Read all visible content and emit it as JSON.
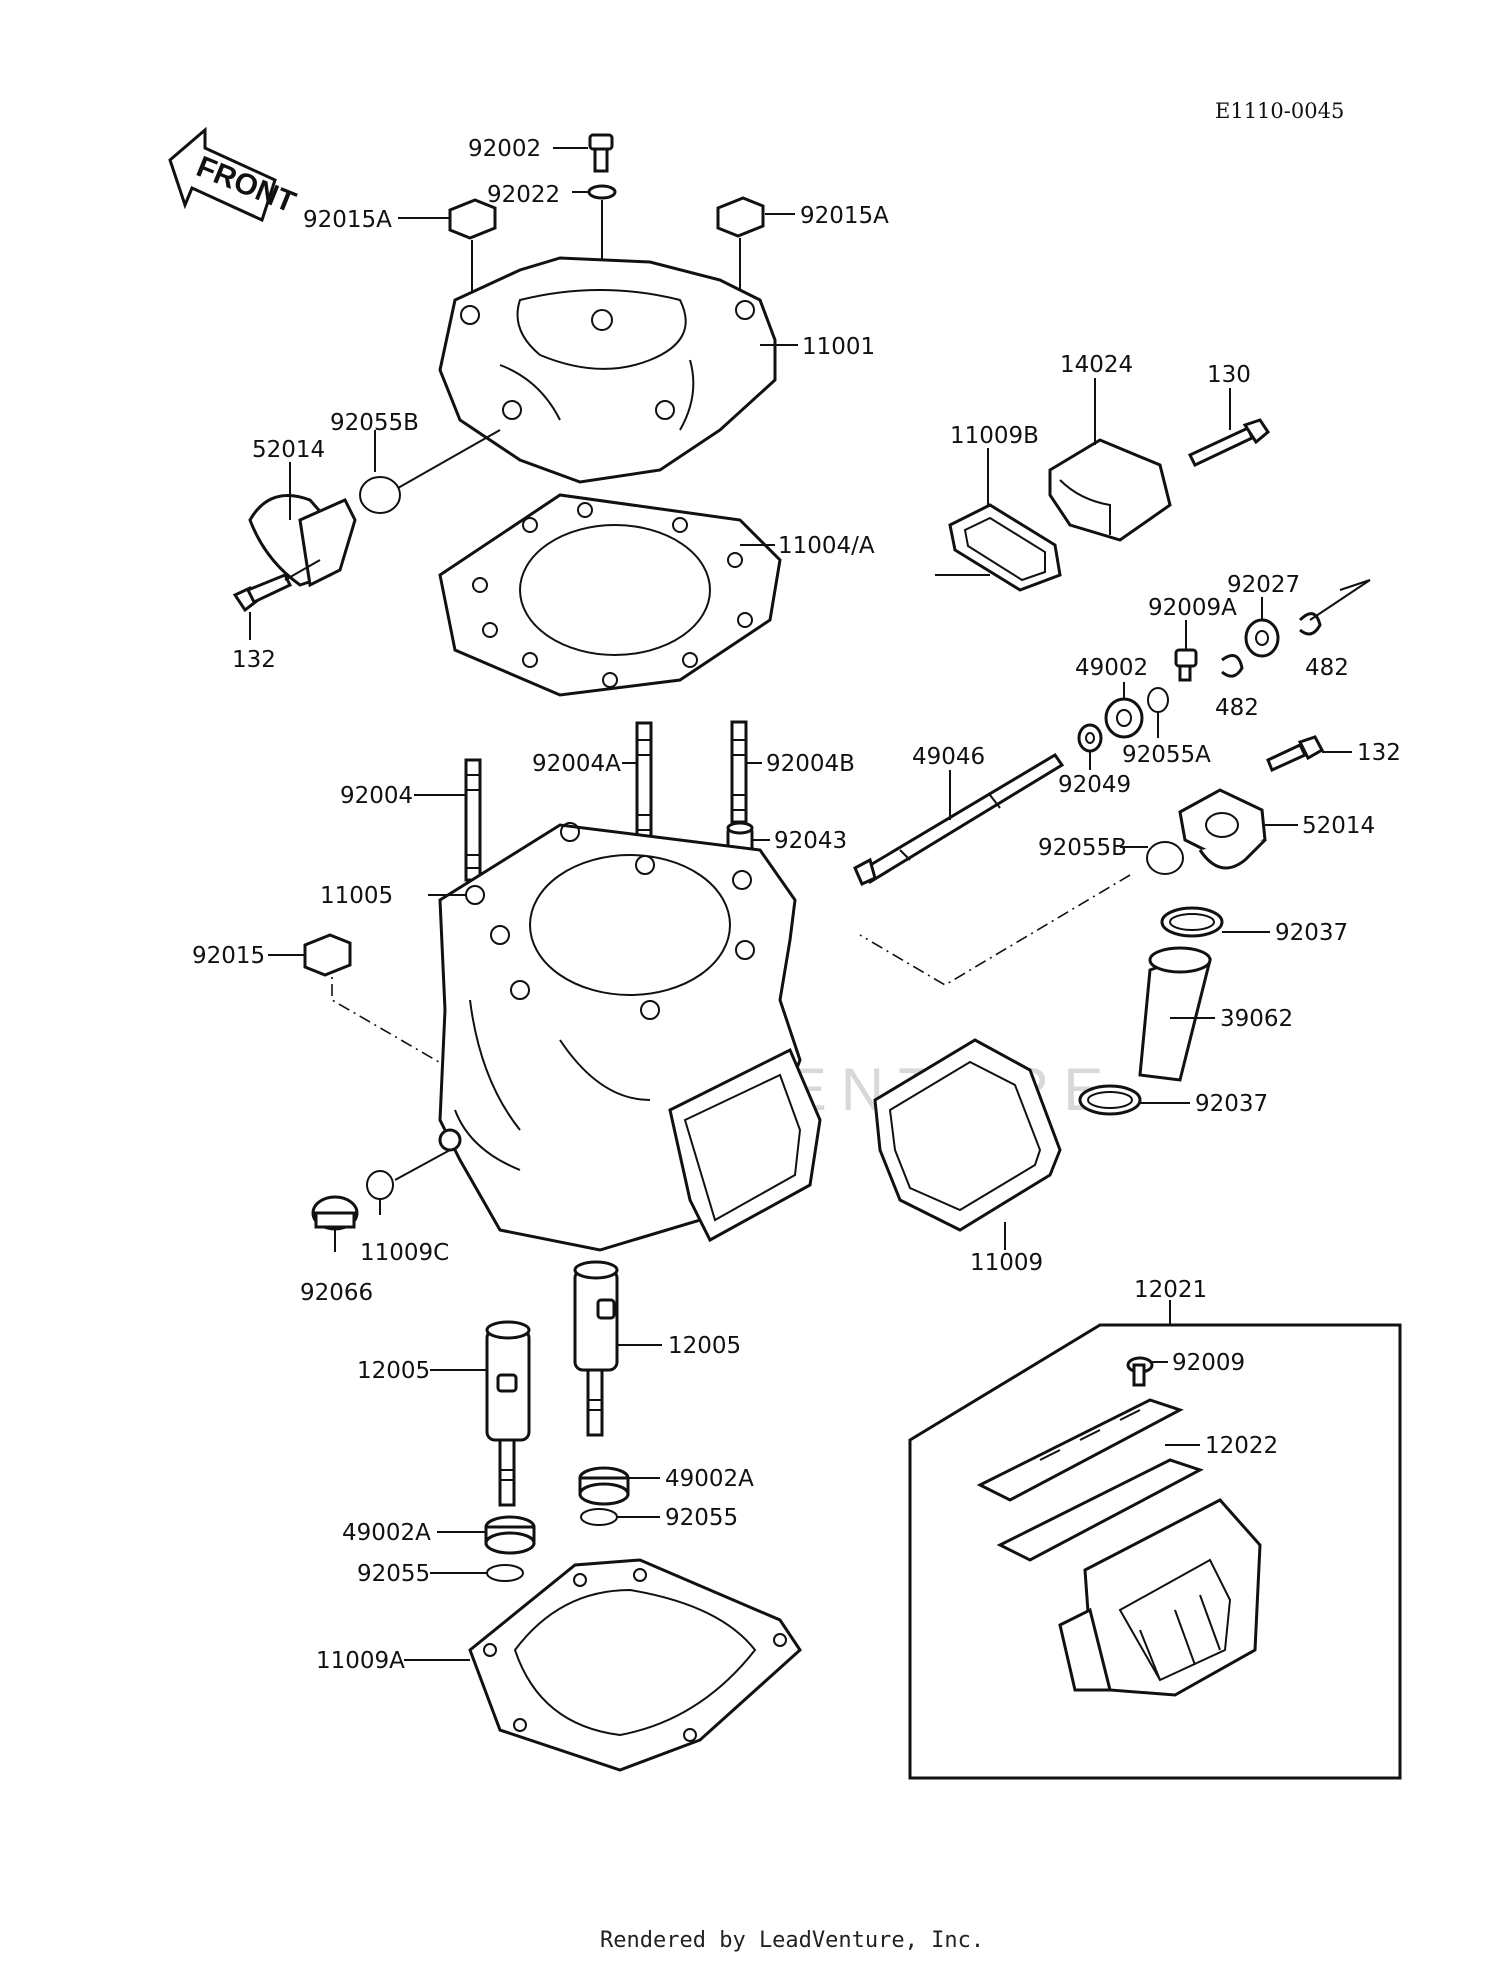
{
  "diagram": {
    "code": "E1110-0045",
    "front_arrow": "FRONT",
    "watermark": "LEADVENTURE",
    "footer": "Rendered by LeadVenture, Inc.",
    "callouts": {
      "c92002": "92002",
      "c92022": "92022",
      "c92015A_l": "92015A",
      "c92015A_r": "92015A",
      "c11001": "11001",
      "c52014_l": "52014",
      "c92055B_l": "92055B",
      "c11004A": "11004/A",
      "c132_l": "132",
      "c14024": "14024",
      "c130": "130",
      "c11009B": "11009B",
      "c92027": "92027",
      "c92009A": "92009A",
      "c482_r": "482",
      "c482_b": "482",
      "c49002": "49002",
      "c92055A": "92055A",
      "c92049": "92049",
      "c132_r": "132",
      "c52014_r": "52014",
      "c49046": "49046",
      "c92004": "92004",
      "c92004A": "92004A",
      "c92004B": "92004B",
      "c92043": "92043",
      "c92055B_r": "92055B",
      "c11005": "11005",
      "c92037_t": "92037",
      "c92015": "92015",
      "c39062": "39062",
      "c92037_b": "92037",
      "c11009": "11009",
      "c92066": "92066",
      "c11009C": "11009C",
      "c12021": "12021",
      "c12005_l": "12005",
      "c12005_r": "12005",
      "c92009": "92009",
      "c12022": "12022",
      "c49002A_r": "49002A",
      "c92055_r": "92055",
      "c49002A_l": "49002A",
      "c92055_l": "92055",
      "c11009A": "11009A"
    }
  }
}
